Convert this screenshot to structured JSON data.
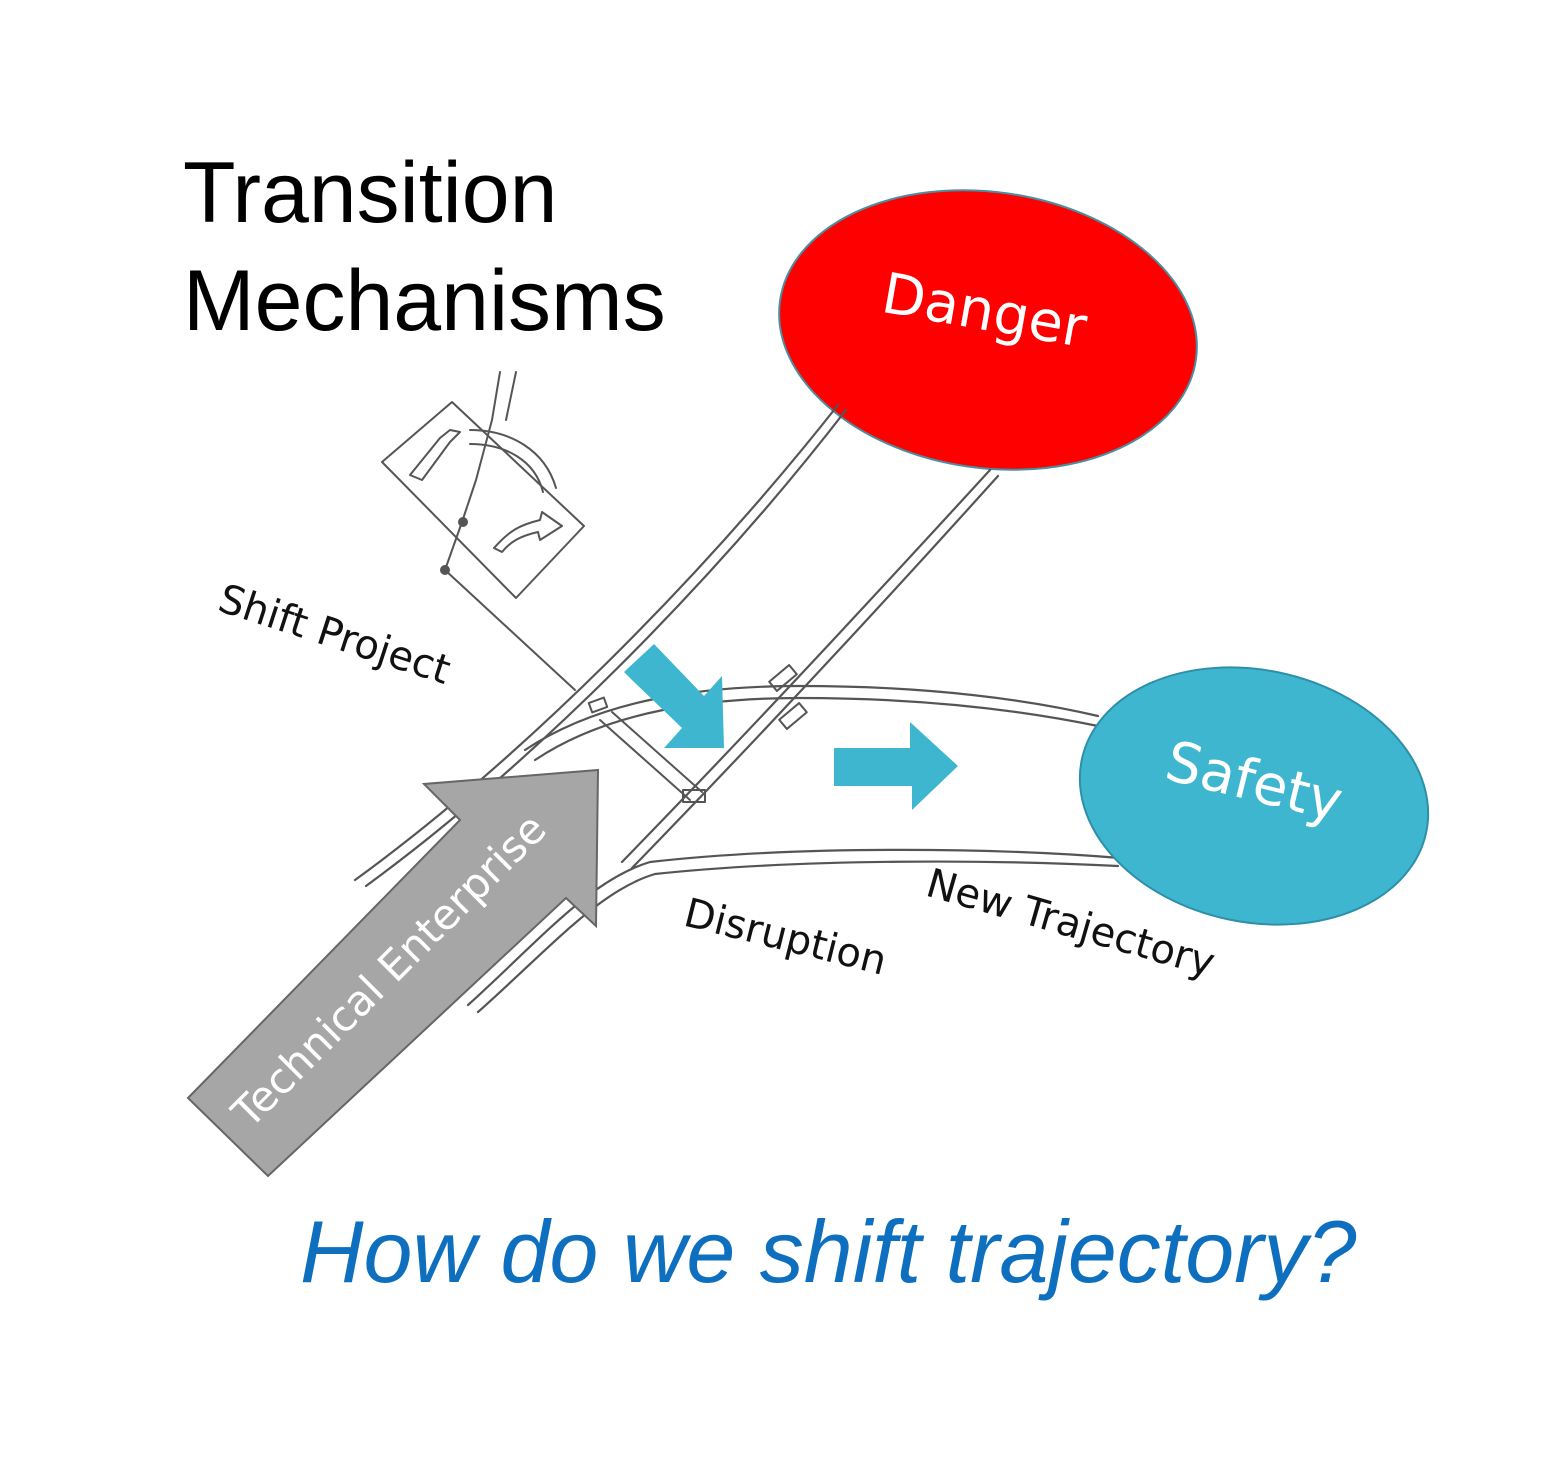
{
  "title": {
    "line1": "Transition",
    "line2": "Mechanisms"
  },
  "question": "How do we shift trajectory?",
  "nodes": {
    "danger": "Danger",
    "safety": "Safety"
  },
  "labels": {
    "shift_project": "Shift Project",
    "disruption": "Disruption",
    "new_trajectory": "New Trajectory",
    "technical_enterprise": "Technical Enterprise"
  },
  "colors": {
    "danger": "#ff0000",
    "safety": "#3fb6d0",
    "enterprise_arrow": "#a6a6a6",
    "shift_arrows": "#3fb6d0",
    "question": "#0e6fbf"
  }
}
